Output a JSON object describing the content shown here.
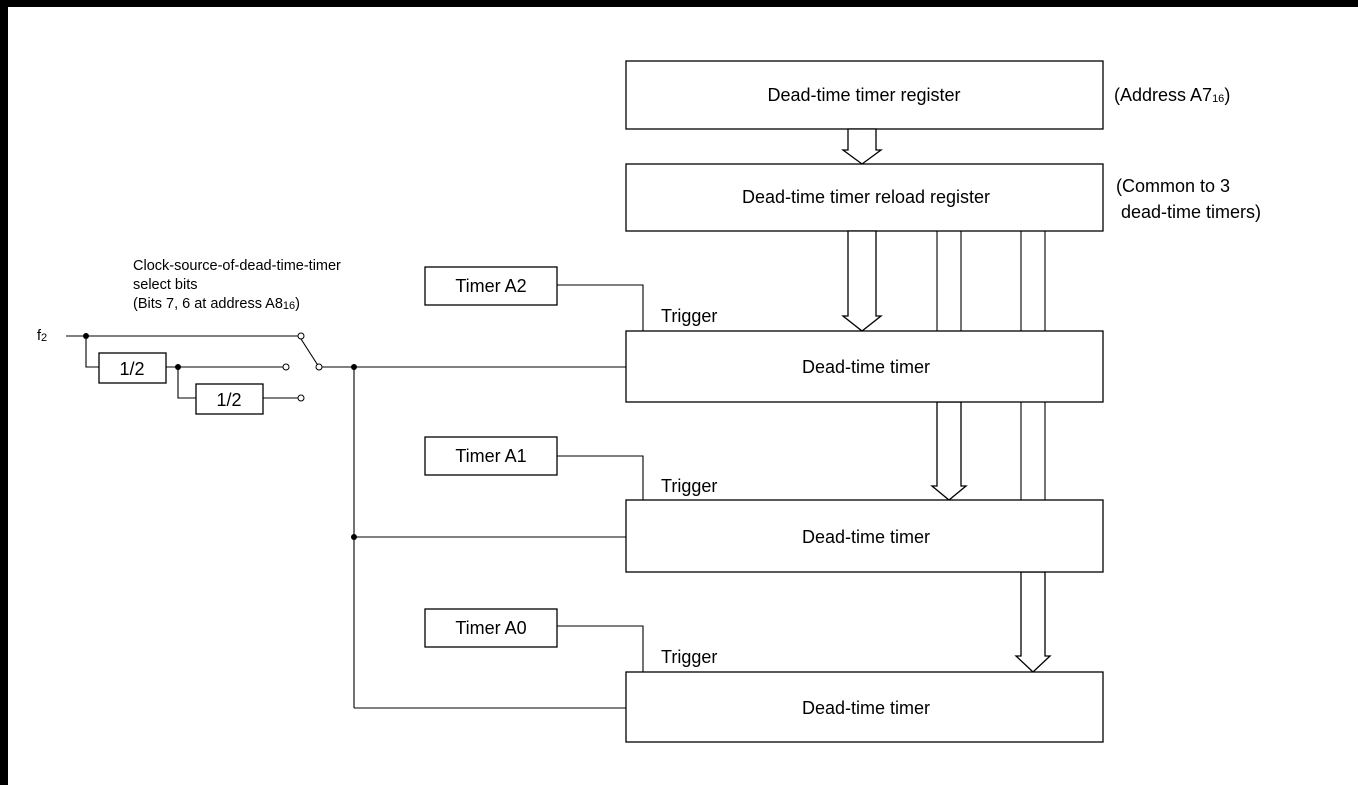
{
  "registers": {
    "dead_time_register": "Dead-time timer register",
    "reload_register": "Dead-time timer reload register"
  },
  "annotations": {
    "address_a7": {
      "text": "(Address A7",
      "subscript": "16",
      "suffix": ")"
    },
    "common_line1": "(Common to 3",
    "common_line2": "dead-time timers)"
  },
  "clock_select": {
    "line1": "Clock-source-of-dead-time-timer",
    "line2": "select bits",
    "line3_prefix": "(Bits 7, 6 at address A8",
    "line3_subscript": "16",
    "line3_suffix": ")"
  },
  "clock_input": {
    "symbol": "f",
    "subscript": "2"
  },
  "dividers": [
    "1/2",
    "1/2"
  ],
  "timers": [
    {
      "source": "Timer A2",
      "trigger": "Trigger",
      "block": "Dead-time timer"
    },
    {
      "source": "Timer A1",
      "trigger": "Trigger",
      "block": "Dead-time timer"
    },
    {
      "source": "Timer A0",
      "trigger": "Trigger",
      "block": "Dead-time timer"
    }
  ],
  "colors": {
    "line": "#000000",
    "background": "#ffffff"
  }
}
